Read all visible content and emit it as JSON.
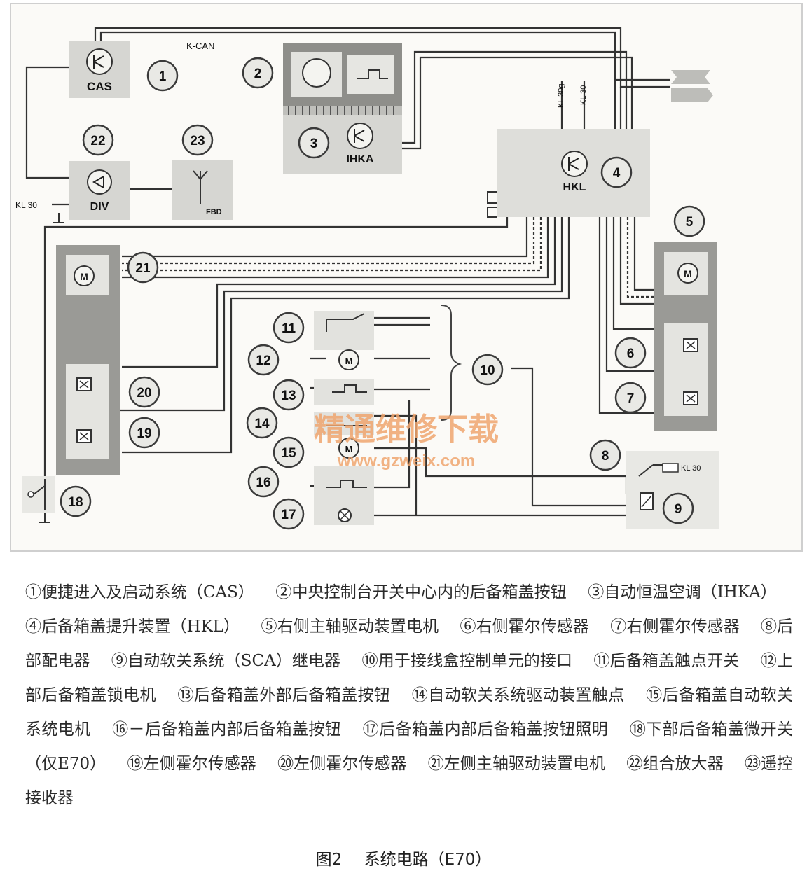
{
  "diagram": {
    "bus_label": "K-CAN",
    "modules": {
      "cas": "CAS",
      "ihka": "IHKA",
      "hkl": "HKL",
      "div": "DIV",
      "fbd": "FBD"
    },
    "terminals": {
      "kl30_div": "KL 30",
      "kl30g_hkl": "KL 30g",
      "kl30_hkl": "KL 30",
      "kl30_relay": "KL 30"
    },
    "numbers": [
      "1",
      "2",
      "3",
      "4",
      "5",
      "6",
      "7",
      "8",
      "9",
      "10",
      "11",
      "12",
      "13",
      "14",
      "15",
      "16",
      "17",
      "18",
      "19",
      "20",
      "21",
      "22",
      "23"
    ],
    "watermark": {
      "title": "精通维修下载",
      "url": "www.gzweix.com"
    }
  },
  "legend": [
    "①便捷进入及启动系统（CAS）",
    "②中央控制台开关中心内的后备箱盖按钮",
    "③自动恒温空调（IHKA）",
    "④后备箱盖提升装置（HKL）",
    "⑤右侧主轴驱动装置电机",
    "⑥右侧霍尔传感器",
    "⑦右侧霍尔传感器",
    "⑧后部配电器",
    "⑨自动软关系统（SCA）继电器",
    "⑩用于接线盒控制单元的接口",
    "⑪后备箱盖触点开关",
    "⑫上部后备箱盖锁电机",
    "⑬后备箱盖外部后备箱盖按钮",
    "⑭自动软关系统驱动装置触点",
    "⑮后备箱盖自动软关系统电机",
    "⑯－后备箱盖内部后备箱盖按钮",
    "⑰后备箱盖内部后备箱盖按钮照明",
    "⑱下部后备箱盖微开关（仅E70）",
    "⑲左侧霍尔传感器",
    "⑳左侧霍尔传感器",
    "㉑左侧主轴驱动装置电机",
    "㉒组合放大器",
    "㉓遥控接收器"
  ],
  "caption": {
    "figure": "图2",
    "title": "系统电路（E70）"
  }
}
